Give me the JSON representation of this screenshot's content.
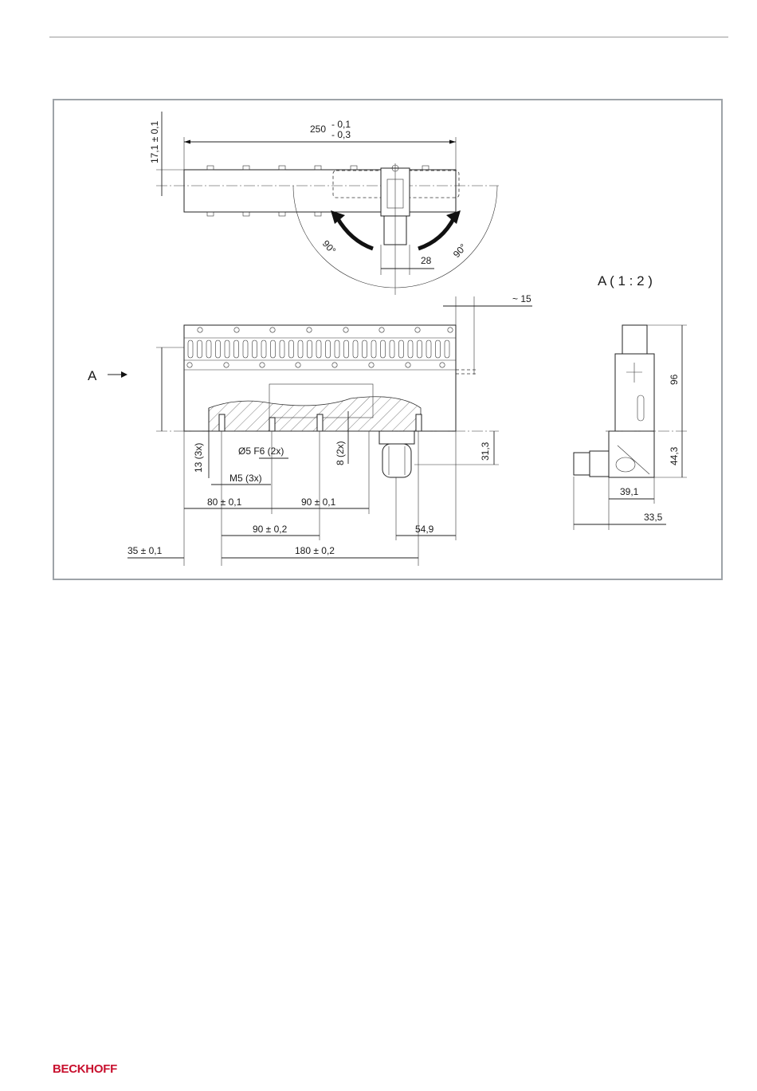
{
  "brand": {
    "logo_text": "BECKHOFF",
    "color": "#c8102e"
  },
  "view_label": "A ( 1 : 2 )",
  "section_arrow_label": "A",
  "dimensions": {
    "top_length": "250",
    "tol_upper": "- 0,1",
    "tol_lower": "- 0,3",
    "height_17": "17,1 ± 0,1",
    "angle_left": "90°",
    "angle_right": "90°",
    "w28": "28",
    "approx15": "~ 15",
    "h13": "13 (3x)",
    "dia5": "Ø5 F6 (2x)",
    "m5": "M5 (3x)",
    "d8": "8 (2x)",
    "d31": "31,3",
    "d80": "80 ± 0,1",
    "d90a": "90 ± 0,1",
    "d90b": "90 ± 0,2",
    "d54": "54,9",
    "d35": "35 ± 0,1",
    "d180": "180 ± 0,2",
    "side96": "96",
    "side44": "44,3",
    "side39": "39,1",
    "side33": "33,5"
  }
}
